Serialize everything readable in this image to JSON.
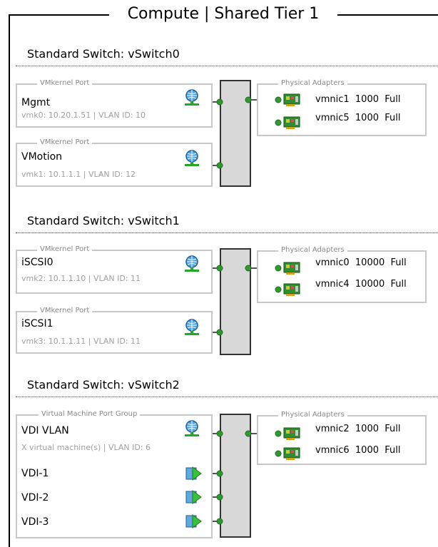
{
  "title": "Compute | Shared Tier 1",
  "switches": [
    {
      "heading": "Standard Switch: vSwitch0",
      "ports": [
        {
          "legend": "VMkernel Port",
          "name": "Mgmt",
          "detail": "vmk0: 10.20.1.51 | VLAN ID: 10"
        },
        {
          "legend": "VMkernel Port",
          "name": "VMotion",
          "detail": "vmk1: 10.1.1.1 | VLAN ID: 12"
        }
      ],
      "adapters_legend": "Physical Adapters",
      "adapters": [
        {
          "name": "vmnic1",
          "speed": "1000",
          "duplex": "Full"
        },
        {
          "name": "vmnic5",
          "speed": "1000",
          "duplex": "Full"
        }
      ]
    },
    {
      "heading": "Standard Switch: vSwitch1",
      "ports": [
        {
          "legend": "VMkernel Port",
          "name": "iSCSI0",
          "detail": "vmk2: 10.1.1.10 | VLAN ID: 11"
        },
        {
          "legend": "VMkernel Port",
          "name": "iSCSI1",
          "detail": "vmk3: 10.1.1.11 | VLAN ID: 11"
        }
      ],
      "adapters_legend": "Physical Adapters",
      "adapters": [
        {
          "name": "vmnic0",
          "speed": "10000",
          "duplex": "Full"
        },
        {
          "name": "vmnic4",
          "speed": "10000",
          "duplex": "Full"
        }
      ]
    },
    {
      "heading": "Standard Switch: vSwitch2",
      "portgroup": {
        "legend": "Virtual Machine Port Group",
        "name": "VDI VLAN",
        "detail": "X virtual machine(s) | VLAN ID: 6",
        "vms": [
          "VDI-1",
          "VDI-2",
          "VDI-3"
        ]
      },
      "adapters_legend": "Physical Adapters",
      "adapters": [
        {
          "name": "vmnic2",
          "speed": "1000",
          "duplex": "Full"
        },
        {
          "name": "vmnic6",
          "speed": "1000",
          "duplex": "Full"
        }
      ]
    }
  ],
  "colors": {
    "connector_dot": "#2e9a2e",
    "wire": "#555555",
    "box_border": "#c8c8c8",
    "switch_fill": "#d8d8d8",
    "muted_text": "#a0a0a0"
  },
  "icons": {
    "port": "network-globe-icon",
    "vm": "virtual-machine-icon",
    "adapter": "physical-nic-icon"
  }
}
